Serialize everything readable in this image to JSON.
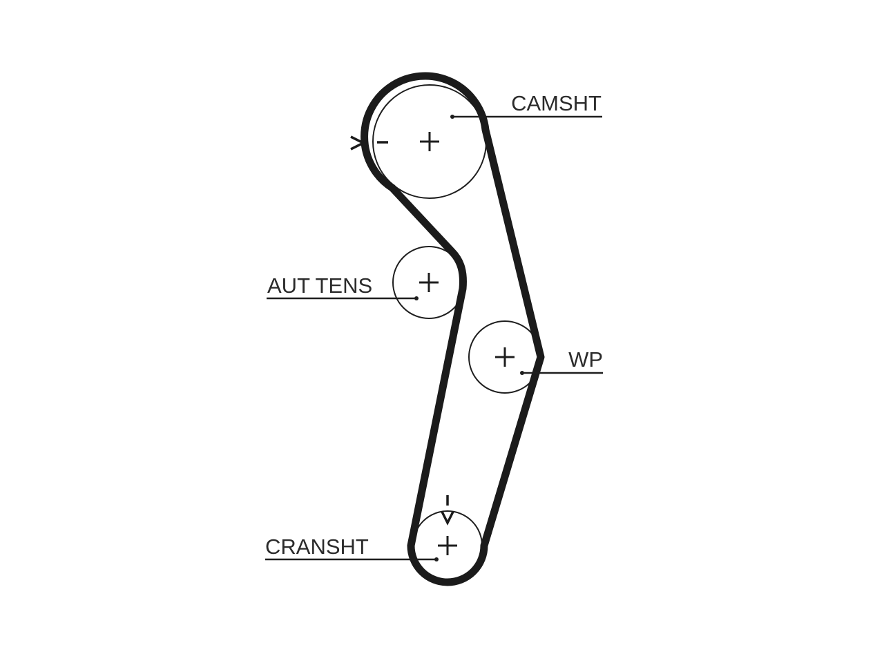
{
  "labels": {
    "camshaft": "CAMSHT",
    "tensioner": "AUT TENS",
    "water_pump": "WP",
    "crankshaft": "CRANSHT"
  },
  "colors": {
    "belt": "#1b1b1b",
    "outline": "#1e1e1e",
    "text": "#2b2b2b",
    "background": "#ffffff"
  },
  "icons": {
    "timing_mark_camshaft": "timing-mark-arrow-right",
    "timing_mark_crankshaft": "timing-mark-arrow-down",
    "center_mark": "plus-cross"
  }
}
